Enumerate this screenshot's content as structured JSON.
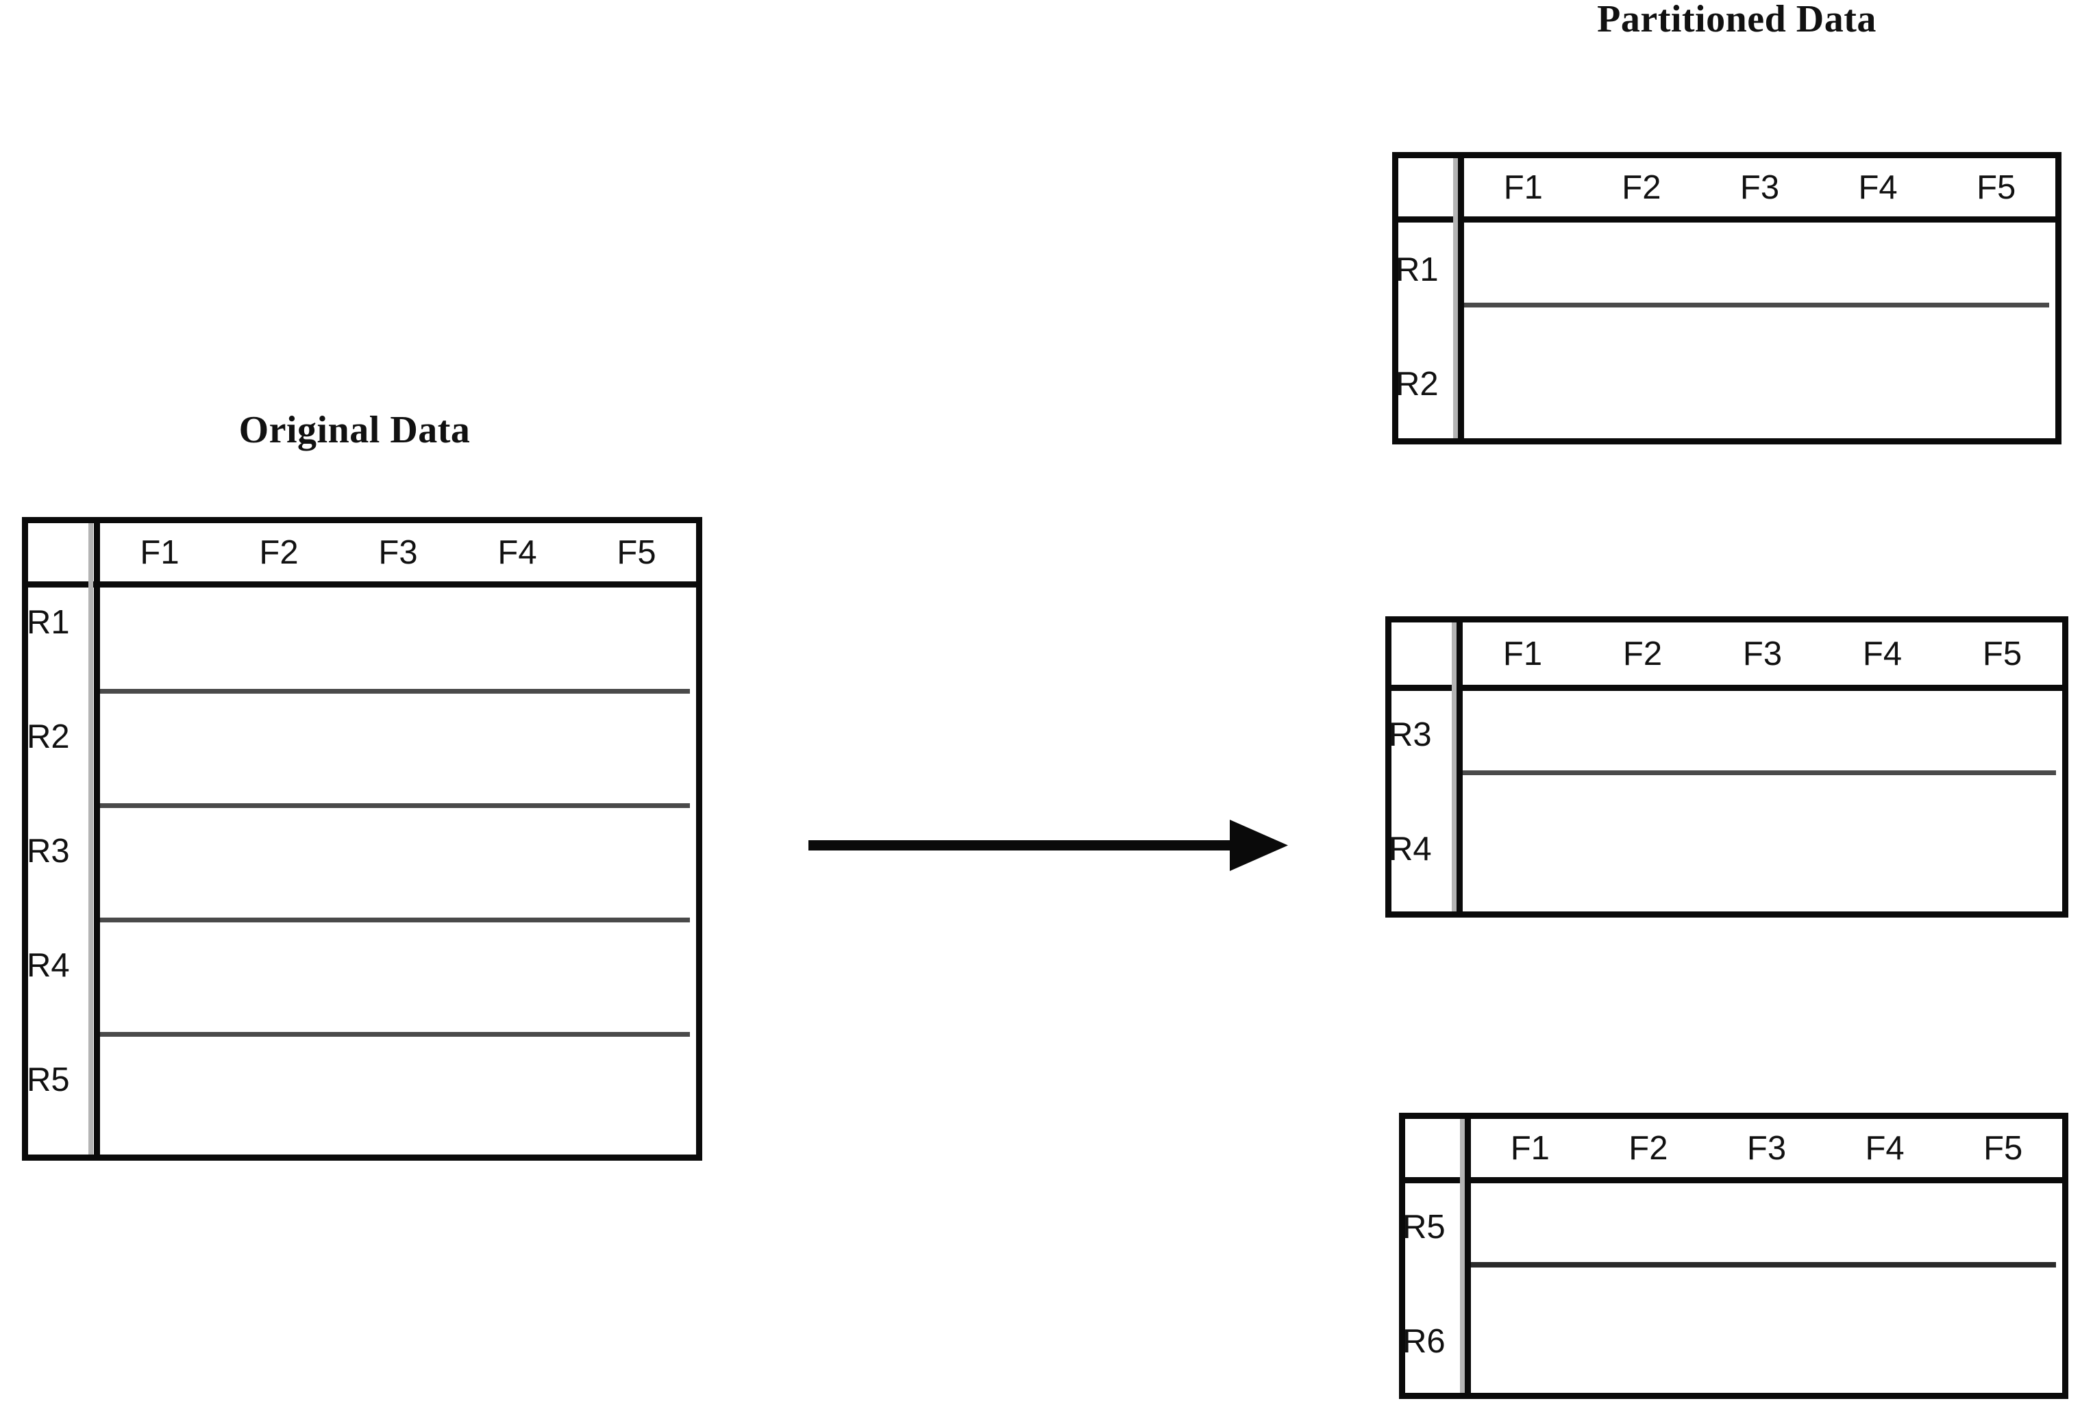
{
  "figure": {
    "kind": "diagram",
    "background_color": "#ffffff",
    "line_color": "#0a0a0a",
    "separator_color": "#4a4a4a",
    "text_color": "#111111"
  },
  "titles": {
    "original": "Original Data",
    "partitioned": "Partitioned Data"
  },
  "column_headers": [
    "F1",
    "F2",
    "F3",
    "F4",
    "F5"
  ],
  "original_table": {
    "name": "Original Data",
    "row_labels": [
      "R1",
      "R2",
      "R3",
      "R4",
      "R5"
    ],
    "columns": [
      "F1",
      "F2",
      "F3",
      "F4",
      "F5"
    ]
  },
  "partitions": [
    {
      "index": 1,
      "row_labels": [
        "R1",
        "R2"
      ],
      "columns": [
        "F1",
        "F2",
        "F3",
        "F4",
        "F5"
      ]
    },
    {
      "index": 2,
      "row_labels": [
        "R3",
        "R4"
      ],
      "columns": [
        "F1",
        "F2",
        "F3",
        "F4",
        "F5"
      ]
    },
    {
      "index": 3,
      "row_labels": [
        "R5",
        "R6"
      ],
      "columns": [
        "F1",
        "F2",
        "F3",
        "F4",
        "F5"
      ]
    }
  ],
  "arrow": {
    "name": "transform-arrow",
    "direction": "right",
    "color": "#0a0a0a"
  }
}
